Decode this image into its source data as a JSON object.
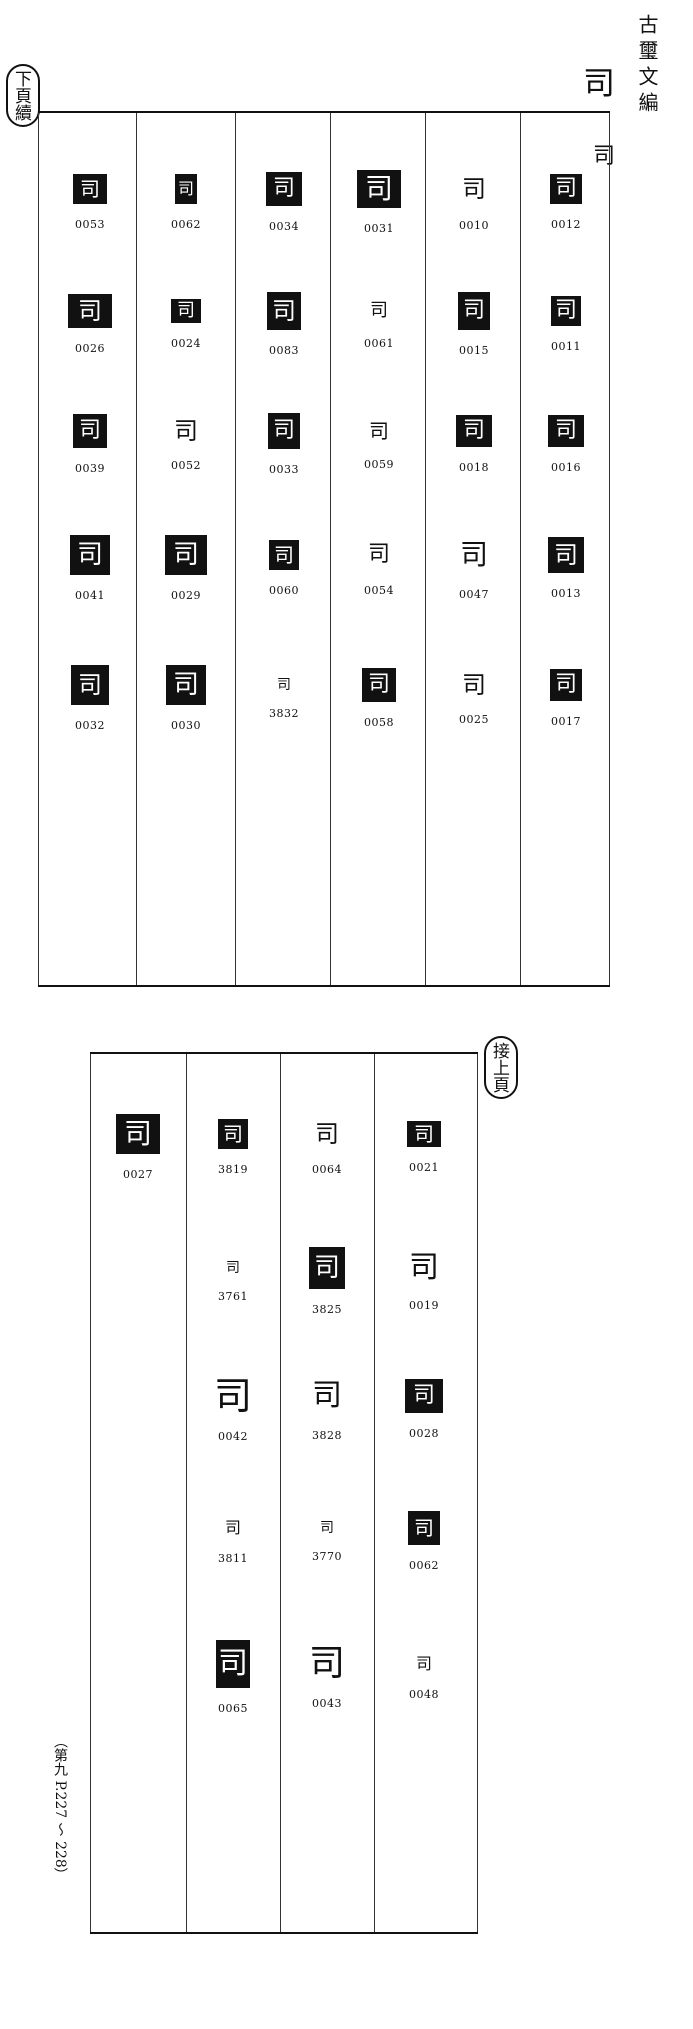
{
  "header": {
    "book_title": "古璽文編",
    "character_large": "司",
    "character_small": "司"
  },
  "badges": {
    "continue_next": "下頁續",
    "continue_prev": "接上頁"
  },
  "side_note": "（第九 P.227 ～ 228）",
  "table_top": {
    "rows": [
      [
        {
          "code": "0053",
          "glyph": "司",
          "style": "dark",
          "w": 34,
          "h": 30,
          "fs": 20
        },
        {
          "code": "0062",
          "glyph": "司",
          "style": "dark",
          "w": 22,
          "h": 30,
          "fs": 16
        },
        {
          "code": "0034",
          "glyph": "司",
          "style": "dark",
          "w": 36,
          "h": 34,
          "fs": 22
        },
        {
          "code": "0031",
          "glyph": "司",
          "style": "dark",
          "w": 44,
          "h": 38,
          "fs": 28
        },
        {
          "code": "0010",
          "glyph": "司",
          "style": "light",
          "w": 30,
          "h": 32,
          "fs": 24
        },
        {
          "code": "0012",
          "glyph": "司",
          "style": "dark",
          "w": 32,
          "h": 30,
          "fs": 22
        }
      ],
      [
        {
          "code": "0026",
          "glyph": "司",
          "style": "dark",
          "w": 44,
          "h": 34,
          "fs": 24
        },
        {
          "code": "0024",
          "glyph": "司",
          "style": "dark",
          "w": 30,
          "h": 24,
          "fs": 18
        },
        {
          "code": "0083",
          "glyph": "司",
          "style": "dark",
          "w": 34,
          "h": 38,
          "fs": 24
        },
        {
          "code": "0061",
          "glyph": "司",
          "style": "light",
          "w": 26,
          "h": 24,
          "fs": 18
        },
        {
          "code": "0015",
          "glyph": "司",
          "style": "dark",
          "w": 32,
          "h": 38,
          "fs": 22
        },
        {
          "code": "0011",
          "glyph": "司",
          "style": "dark",
          "w": 30,
          "h": 30,
          "fs": 22
        }
      ],
      [
        {
          "code": "0039",
          "glyph": "司",
          "style": "dark",
          "w": 34,
          "h": 34,
          "fs": 22
        },
        {
          "code": "0052",
          "glyph": "司",
          "style": "light",
          "w": 28,
          "h": 28,
          "fs": 24
        },
        {
          "code": "0033",
          "glyph": "司",
          "style": "dark",
          "w": 32,
          "h": 36,
          "fs": 22
        },
        {
          "code": "0059",
          "glyph": "司",
          "style": "light",
          "w": 28,
          "h": 26,
          "fs": 20
        },
        {
          "code": "0018",
          "glyph": "司",
          "style": "dark",
          "w": 36,
          "h": 32,
          "fs": 22
        },
        {
          "code": "0016",
          "glyph": "司",
          "style": "dark",
          "w": 36,
          "h": 32,
          "fs": 22
        }
      ],
      [
        {
          "code": "0041",
          "glyph": "司",
          "style": "dark",
          "w": 40,
          "h": 40,
          "fs": 26
        },
        {
          "code": "0029",
          "glyph": "司",
          "style": "dark",
          "w": 42,
          "h": 40,
          "fs": 26
        },
        {
          "code": "0060",
          "glyph": "司",
          "style": "dark",
          "w": 30,
          "h": 30,
          "fs": 20
        },
        {
          "code": "0054",
          "glyph": "司",
          "style": "light",
          "w": 22,
          "h": 30,
          "fs": 22
        },
        {
          "code": "0047",
          "glyph": "司",
          "style": "light",
          "w": 36,
          "h": 38,
          "fs": 28
        },
        {
          "code": "0013",
          "glyph": "司",
          "style": "dark",
          "w": 36,
          "h": 36,
          "fs": 24
        }
      ],
      [
        {
          "code": "0032",
          "glyph": "司",
          "style": "dark",
          "w": 38,
          "h": 40,
          "fs": 24
        },
        {
          "code": "0030",
          "glyph": "司",
          "style": "dark",
          "w": 40,
          "h": 40,
          "fs": 26
        },
        {
          "code": "3832",
          "glyph": "司",
          "style": "light",
          "w": 16,
          "h": 16,
          "fs": 14
        },
        {
          "code": "0058",
          "glyph": "司",
          "style": "dark",
          "w": 34,
          "h": 34,
          "fs": 22
        },
        {
          "code": "0025",
          "glyph": "司",
          "style": "light",
          "w": 30,
          "h": 28,
          "fs": 24
        },
        {
          "code": "0017",
          "glyph": "司",
          "style": "dark",
          "w": 32,
          "h": 32,
          "fs": 22
        }
      ]
    ]
  },
  "table_bottom": {
    "rows": [
      [
        null,
        {
          "code": "0027",
          "glyph": "司",
          "style": "dark",
          "w": 44,
          "h": 40,
          "fs": 28
        },
        {
          "code": "3819",
          "glyph": "司",
          "style": "dark",
          "w": 30,
          "h": 30,
          "fs": 20
        },
        {
          "code": "0064",
          "glyph": "司",
          "style": "light",
          "w": 24,
          "h": 30,
          "fs": 24
        },
        {
          "code": "0021",
          "glyph": "司",
          "style": "dark",
          "w": 34,
          "h": 26,
          "fs": 20
        }
      ],
      [
        null,
        null,
        {
          "code": "3761",
          "glyph": "司",
          "style": "light",
          "w": 16,
          "h": 16,
          "fs": 14
        },
        {
          "code": "3825",
          "glyph": "司",
          "style": "dark",
          "w": 36,
          "h": 42,
          "fs": 26
        },
        {
          "code": "0019",
          "glyph": "司",
          "style": "light",
          "w": 40,
          "h": 34,
          "fs": 30
        }
      ],
      [
        null,
        null,
        {
          "code": "0042",
          "glyph": "司",
          "style": "light",
          "w": 46,
          "h": 40,
          "fs": 38
        },
        {
          "code": "3828",
          "glyph": "司",
          "style": "light",
          "w": 26,
          "h": 38,
          "fs": 30
        },
        {
          "code": "0028",
          "glyph": "司",
          "style": "dark",
          "w": 38,
          "h": 34,
          "fs": 22
        }
      ],
      [
        null,
        null,
        {
          "code": "3811",
          "glyph": "司",
          "style": "light",
          "w": 18,
          "h": 20,
          "fs": 16
        },
        {
          "code": "3770",
          "glyph": "司",
          "style": "light",
          "w": 18,
          "h": 16,
          "fs": 14
        },
        {
          "code": "0062",
          "glyph": "司",
          "style": "dark",
          "w": 32,
          "h": 34,
          "fs": 20
        }
      ],
      [
        null,
        null,
        {
          "code": "0065",
          "glyph": "司",
          "style": "dark",
          "w": 34,
          "h": 48,
          "fs": 30
        },
        {
          "code": "0043",
          "glyph": "司",
          "style": "light",
          "w": 46,
          "h": 38,
          "fs": 36
        },
        {
          "code": "0048",
          "glyph": "司",
          "style": "light",
          "w": 20,
          "h": 20,
          "fs": 16
        }
      ]
    ]
  }
}
